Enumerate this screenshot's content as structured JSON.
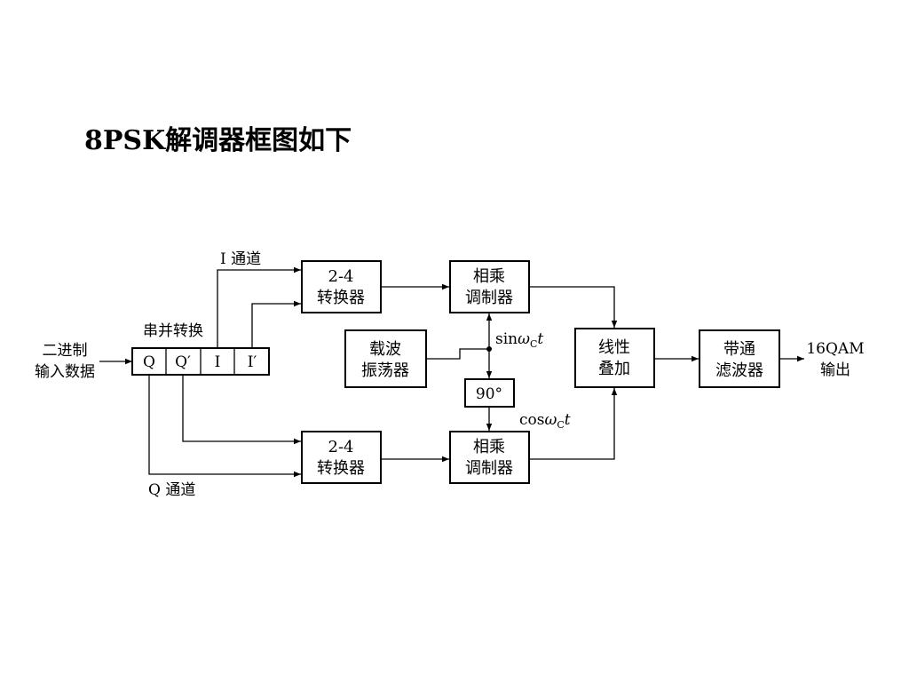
{
  "title": "8PSK解调器框图如下",
  "diagram": {
    "input_label": [
      "二进制",
      "输入数据"
    ],
    "serial_parallel_label": "串并转换",
    "register_cells": [
      "Q",
      "Q′",
      "I",
      "I′"
    ],
    "i_channel_label": "I 通道",
    "q_channel_label": "Q 通道",
    "converter_top": [
      "2-4",
      "转换器"
    ],
    "converter_bottom": [
      "2-4",
      "转换器"
    ],
    "multiplier_top": [
      "相乘",
      "调制器"
    ],
    "multiplier_bottom": [
      "相乘",
      "调制器"
    ],
    "oscillator": [
      "载波",
      "振荡器"
    ],
    "phase_shift": "90°",
    "sin_label": {
      "prefix": "sin",
      "omega": "ω",
      "sub": "C",
      "t": "t"
    },
    "cos_label": {
      "prefix": "cos",
      "omega": "ω",
      "sub": "C",
      "t": "t"
    },
    "adder": [
      "线性",
      "叠加"
    ],
    "bandpass": [
      "带通",
      "滤波器"
    ],
    "output_label": [
      "16QAM",
      "输出"
    ]
  }
}
